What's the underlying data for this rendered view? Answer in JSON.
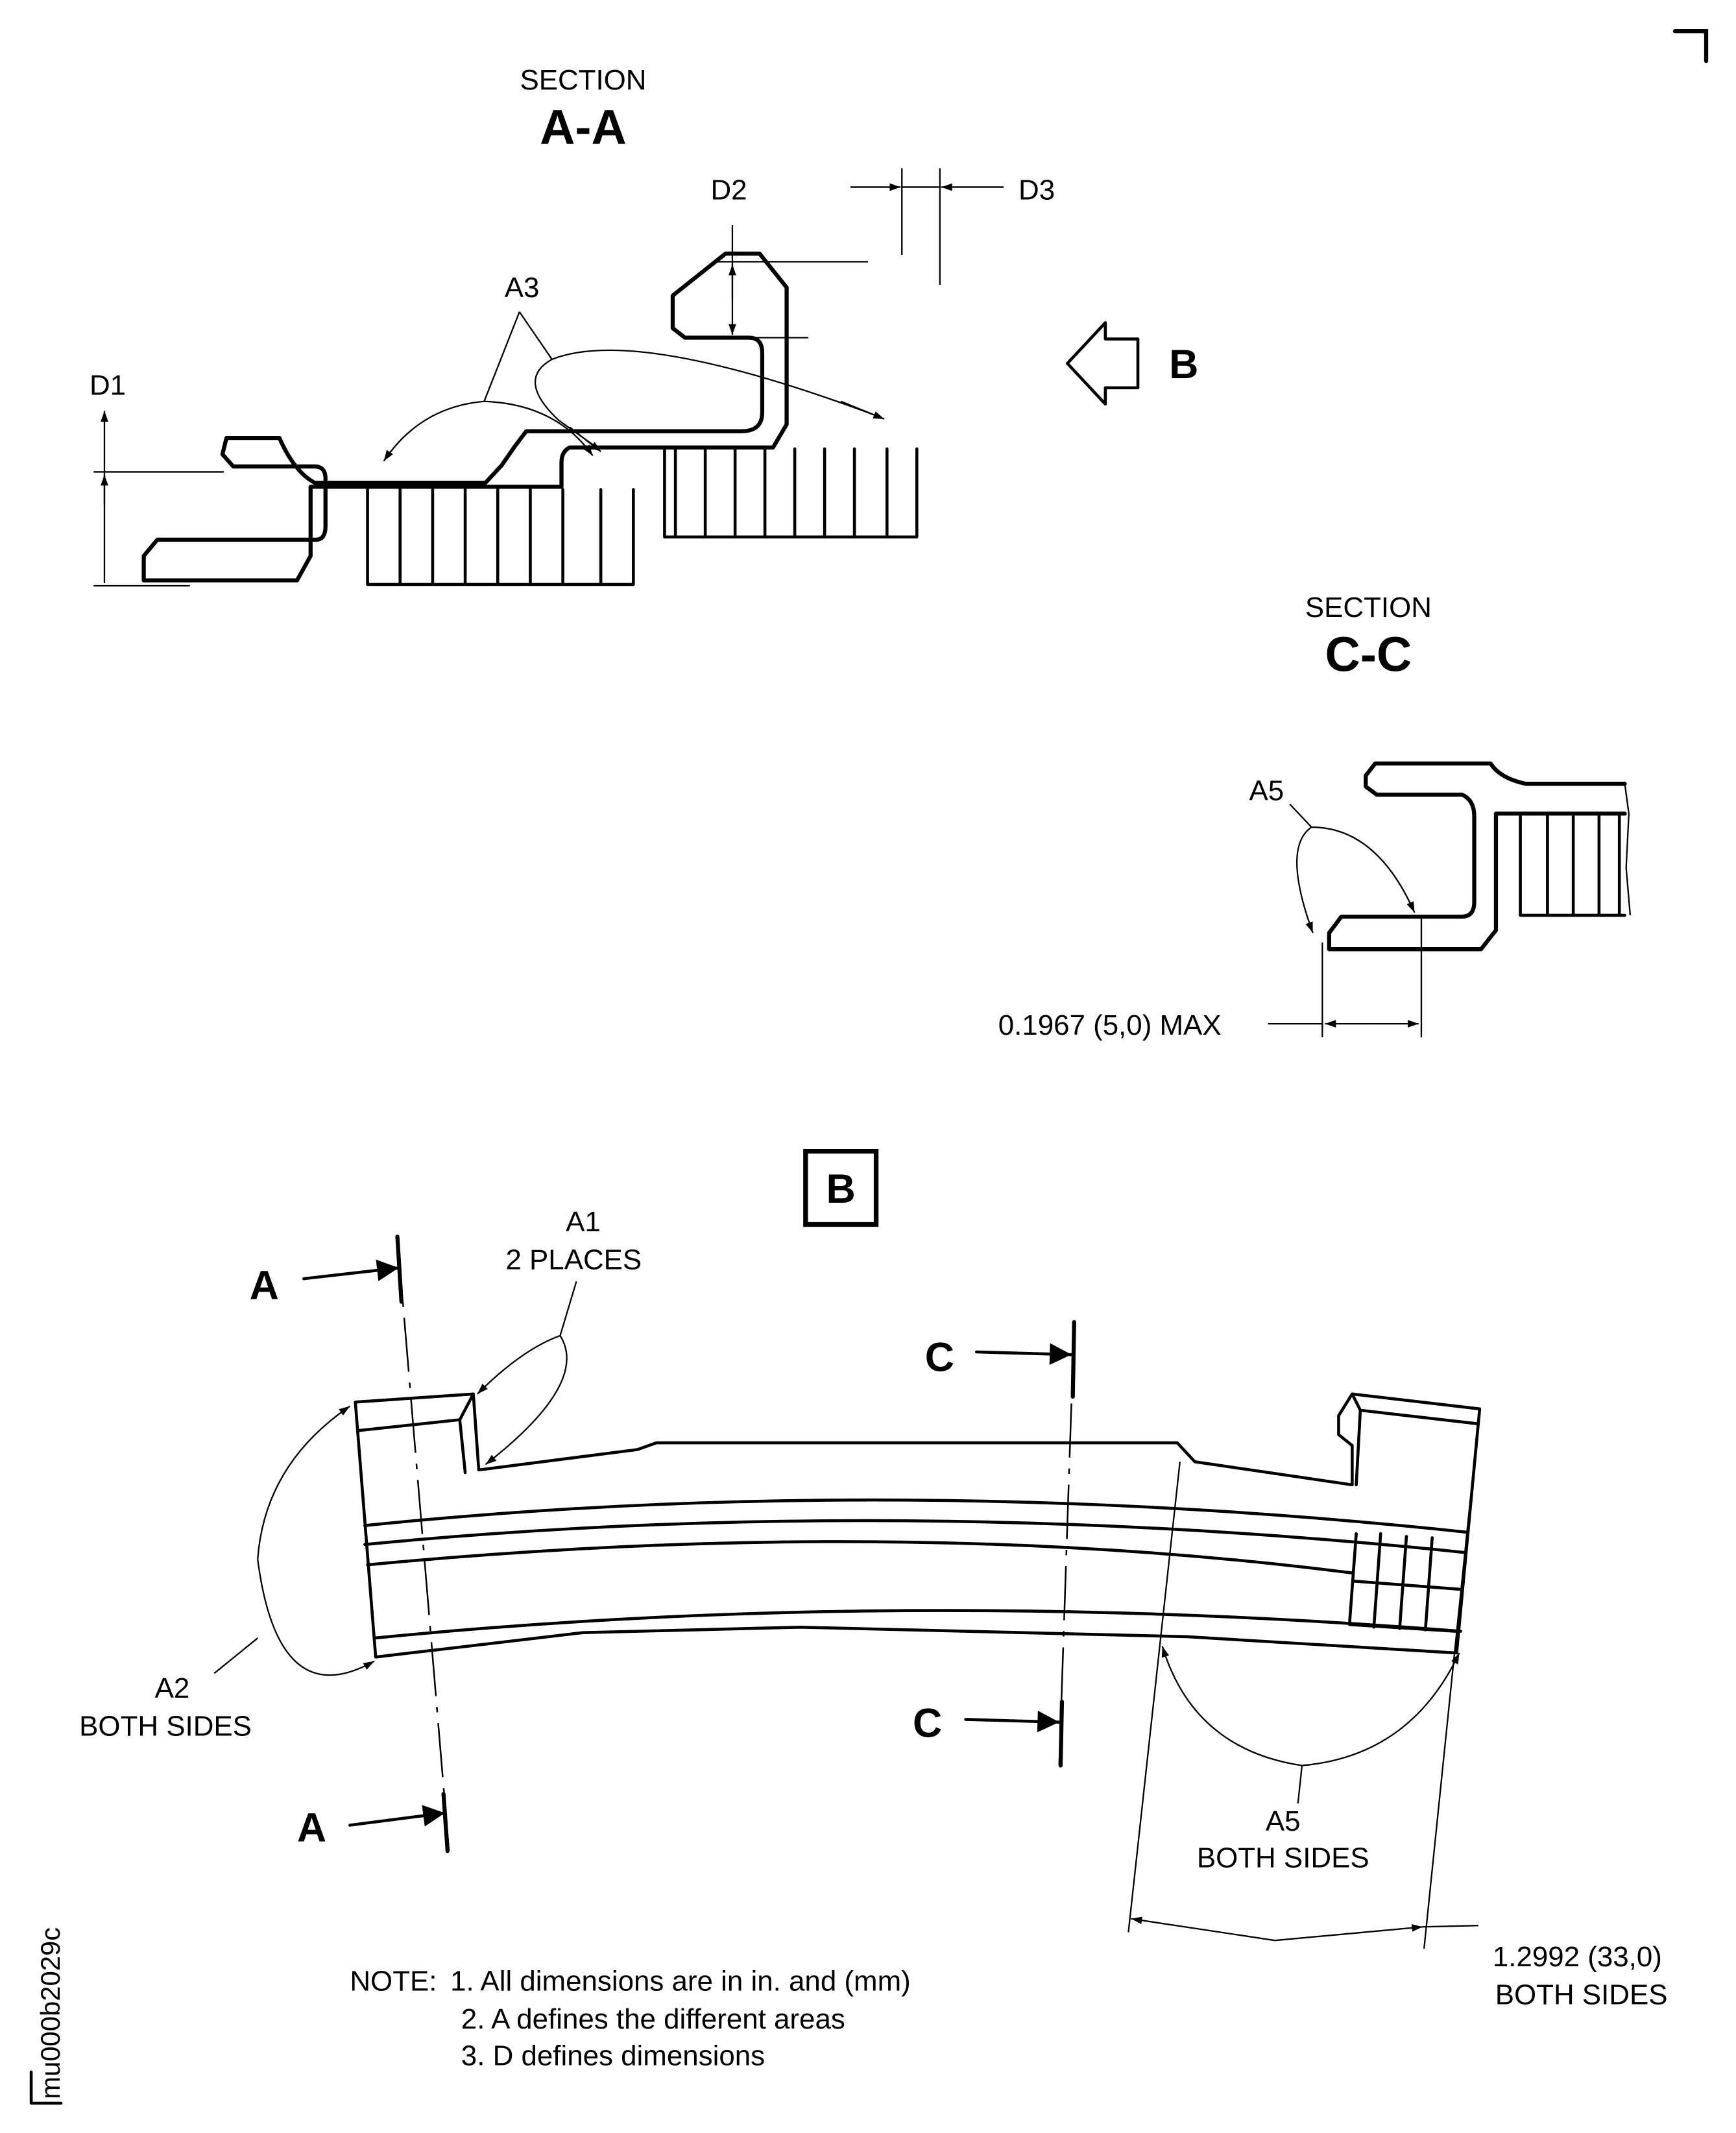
{
  "drawing_id": "mu000b2029c",
  "section_aa": {
    "title_small": "SECTION",
    "title_big": "A-A",
    "labels": {
      "d1": "D1",
      "d2": "D2",
      "d3": "D3",
      "a3": "A3"
    }
  },
  "view_arrow_b": {
    "label": "B"
  },
  "section_cc": {
    "title_small": "SECTION",
    "title_big": "C-C",
    "labels": {
      "a5": "A5",
      "max_dim": "0.1967 (5,0) MAX"
    }
  },
  "view_b": {
    "title": "B",
    "cut_a_top": "A",
    "cut_a_bottom": "A",
    "cut_c_top": "C",
    "cut_c_bottom": "C",
    "a1_line1": "A1",
    "a1_line2": "2 PLACES",
    "a2_line1": "A2",
    "a2_line2": "BOTH SIDES",
    "a5_line1": "A5",
    "a5_line2": "BOTH SIDES",
    "dim_line1": "1.2992 (33,0)",
    "dim_line2": "BOTH SIDES"
  },
  "notes": {
    "prefix": "NOTE:",
    "items": [
      "1. All dimensions are in in. and (mm)",
      "2. A defines the different areas",
      "3. D defines dimensions"
    ]
  }
}
